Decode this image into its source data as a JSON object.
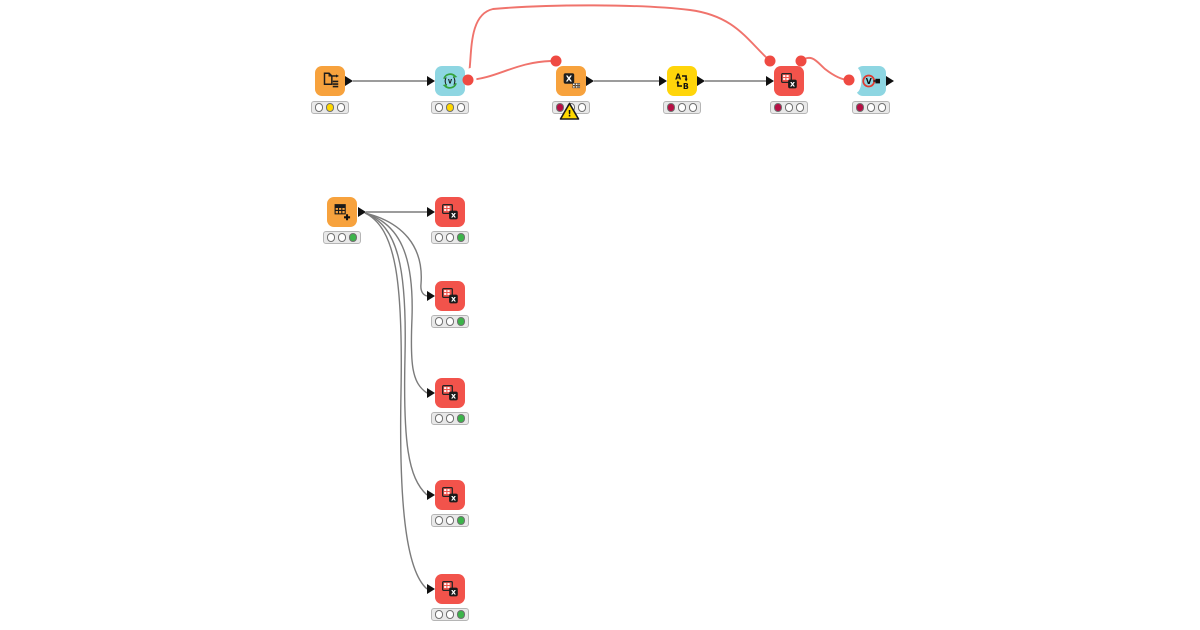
{
  "workflow": {
    "description": "node workflow canvas with two groups",
    "visible_text": "",
    "status_colors": {
      "off": "#FFFFFF",
      "configured": "#FFD800",
      "unconfigured": "#B70F45",
      "executed": "#3CB44A"
    },
    "wire_colors": {
      "data": "#7b7b7b",
      "flow_variable": "#F0736C",
      "port_dot": "#EF4A42"
    },
    "warning_badge": {
      "on_node": "n3",
      "symbol": "!",
      "fill": "#FFD800"
    }
  },
  "nodes": [
    {
      "id": "n1",
      "kind": "file-reader",
      "color": "#F7A23D",
      "lights": [
        "off",
        "configured",
        "off"
      ]
    },
    {
      "id": "n2",
      "kind": "inject-variables",
      "color": "#8ED6E2",
      "lights": [
        "off",
        "configured",
        "off"
      ]
    },
    {
      "id": "n3",
      "kind": "excel-reader",
      "color": "#F7A23D",
      "lights": [
        "unconfigured",
        "off",
        "off"
      ],
      "warning": true
    },
    {
      "id": "n4",
      "kind": "rename-columns",
      "color": "#FFD50A",
      "lights": [
        "unconfigured",
        "off",
        "off"
      ]
    },
    {
      "id": "n5",
      "kind": "table-filter",
      "color": "#F2534B",
      "lights": [
        "unconfigured",
        "off",
        "off"
      ]
    },
    {
      "id": "n6",
      "kind": "variable-to-table",
      "color": "#8ED6E2",
      "lights": [
        "unconfigured",
        "off",
        "off"
      ]
    },
    {
      "id": "c1",
      "kind": "table-creator",
      "color": "#F7A23D",
      "lights": [
        "off",
        "off",
        "executed"
      ]
    },
    {
      "id": "r1",
      "kind": "table-filter",
      "color": "#F2534B",
      "lights": [
        "off",
        "off",
        "executed"
      ]
    },
    {
      "id": "r2",
      "kind": "table-filter",
      "color": "#F2534B",
      "lights": [
        "off",
        "off",
        "executed"
      ]
    },
    {
      "id": "r3",
      "kind": "table-filter",
      "color": "#F2534B",
      "lights": [
        "off",
        "off",
        "executed"
      ]
    },
    {
      "id": "r4",
      "kind": "table-filter",
      "color": "#F2534B",
      "lights": [
        "off",
        "off",
        "executed"
      ]
    },
    {
      "id": "r5",
      "kind": "table-filter",
      "color": "#F2534B",
      "lights": [
        "off",
        "off",
        "executed"
      ]
    }
  ],
  "connections": [
    {
      "from": "n1",
      "to": "n2",
      "type": "data"
    },
    {
      "from": "n2",
      "to": "n3",
      "type": "flow-variable"
    },
    {
      "from": "n2",
      "to": "n5",
      "type": "flow-variable"
    },
    {
      "from": "n5",
      "to": "n6",
      "type": "flow-variable"
    },
    {
      "from": "n3",
      "to": "n4",
      "type": "data"
    },
    {
      "from": "n4",
      "to": "n5",
      "type": "data"
    },
    {
      "from": "c1",
      "to": "r1",
      "type": "data"
    },
    {
      "from": "c1",
      "to": "r2",
      "type": "data"
    },
    {
      "from": "c1",
      "to": "r3",
      "type": "data"
    },
    {
      "from": "c1",
      "to": "r4",
      "type": "data"
    },
    {
      "from": "c1",
      "to": "r5",
      "type": "data"
    }
  ]
}
